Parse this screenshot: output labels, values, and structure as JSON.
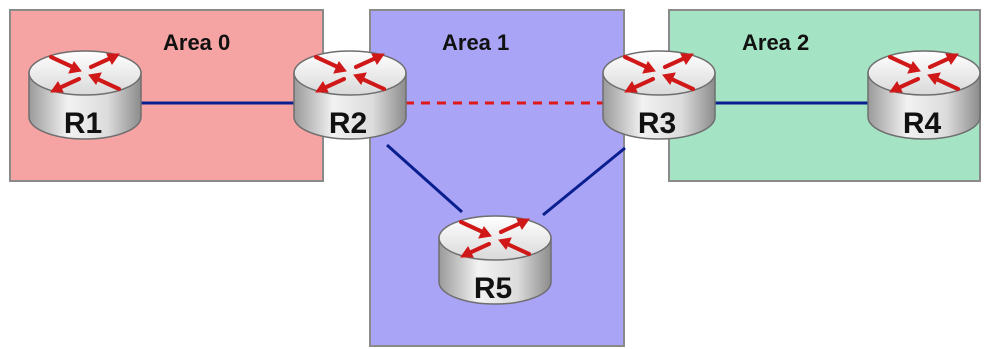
{
  "areas": [
    {
      "id": "area0",
      "label": "Area 0",
      "color": "#f5a3a3"
    },
    {
      "id": "area1",
      "label": "Area 1",
      "color": "#a9a4f5"
    },
    {
      "id": "area2",
      "label": "Area 2",
      "color": "#a4e3c4"
    }
  ],
  "routers": [
    {
      "id": "r1",
      "label": "R1",
      "icon": "router-icon"
    },
    {
      "id": "r2",
      "label": "R2",
      "icon": "router-icon"
    },
    {
      "id": "r3",
      "label": "R3",
      "icon": "router-icon"
    },
    {
      "id": "r4",
      "label": "R4",
      "icon": "router-icon"
    },
    {
      "id": "r5",
      "label": "R5",
      "icon": "router-icon"
    }
  ],
  "links": [
    {
      "from": "R1",
      "to": "R2",
      "style": "solid",
      "color": "#0a1f8f"
    },
    {
      "from": "R2",
      "to": "R3",
      "style": "dashed",
      "color": "#e01818"
    },
    {
      "from": "R3",
      "to": "R4",
      "style": "solid",
      "color": "#0a1f8f"
    },
    {
      "from": "R2",
      "to": "R5",
      "style": "solid",
      "color": "#0a1f8f"
    },
    {
      "from": "R3",
      "to": "R5",
      "style": "solid",
      "color": "#0a1f8f"
    }
  ]
}
